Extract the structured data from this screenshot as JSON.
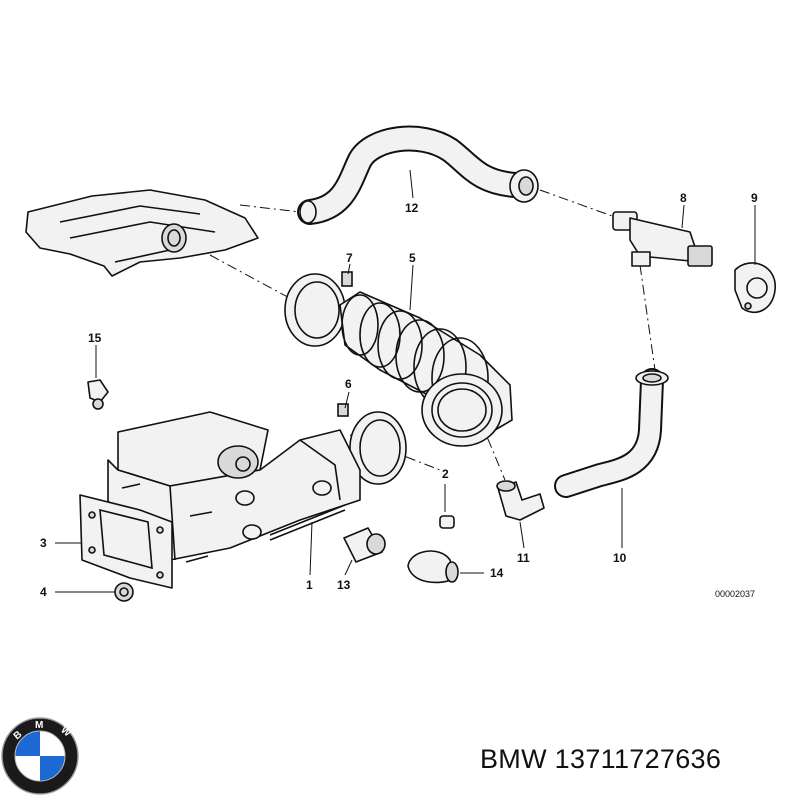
{
  "callouts": {
    "c1": "1",
    "c2": "2",
    "c3": "3",
    "c4": "4",
    "c5": "5",
    "c6": "6",
    "c7": "7",
    "c8": "8",
    "c9": "9",
    "c10": "10",
    "c11": "11",
    "c12": "12",
    "c13": "13",
    "c14": "14",
    "c15": "15"
  },
  "drawing_code": "00002037",
  "logo": {
    "lettering": "BMW",
    "icon": "bmw-roundel-icon",
    "colors": {
      "blue": "#1c69d4",
      "white": "#ffffff",
      "ring": "#1a1a1a"
    }
  },
  "caption": "BMW 13711727636"
}
